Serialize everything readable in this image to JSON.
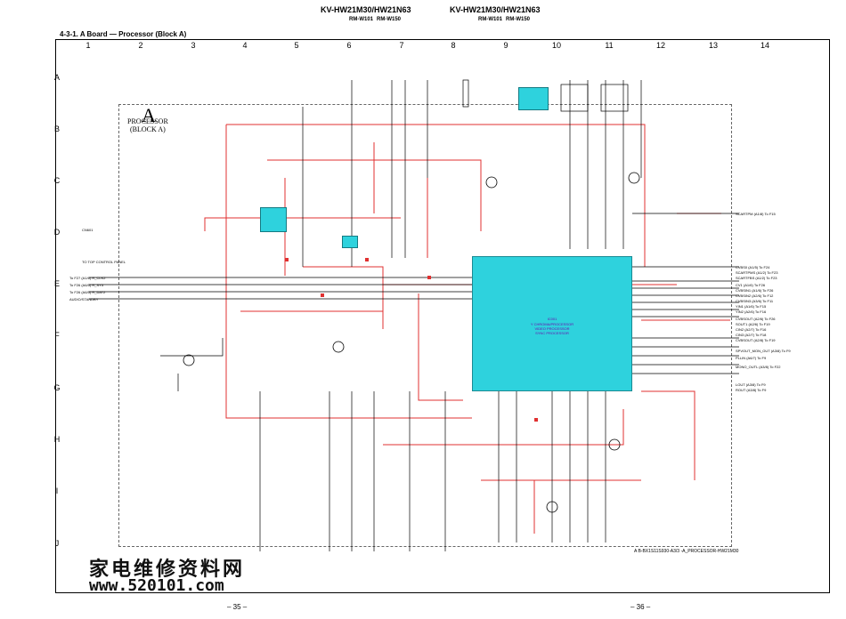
{
  "header": {
    "model_left": "KV-HW21M30/HW21N63",
    "model_right": "KV-HW21M30/HW21N63",
    "remote_left_1": "RM-W101",
    "remote_left_2": "RM-W150",
    "remote_right_1": "RM-W101",
    "remote_right_2": "RM-W150"
  },
  "section_title": "4-3-1. A Board — Processor (Block A)",
  "grid": {
    "columns": [
      "1",
      "2",
      "3",
      "4",
      "5",
      "6",
      "7",
      "8",
      "9",
      "10",
      "11",
      "12",
      "13",
      "14"
    ],
    "rows": [
      "A",
      "B",
      "C",
      "D",
      "E",
      "F",
      "G",
      "H",
      "I",
      "J"
    ]
  },
  "board": {
    "letter": "A",
    "name_line1": "PROCESSOR",
    "name_line2": "(BLOCK A)"
  },
  "ic_main": {
    "ref": "IC001",
    "desc_1": "Y CHROMA/PROCESSOR",
    "desc_2": "VIDEO PROCESSOR",
    "desc_3": "SYNC PROCESSOR"
  },
  "left_labels": {
    "top_control": "TO TOP CONTROL PANEL",
    "cn601": "CN601",
    "r_clk": "To F27 (A1/6)  R_CLK2",
    "r_sy": "To F26 (A6/5)  R_SY3",
    "r_dat": "To F26 (A6/5)  R_DAT2",
    "audio": "AUDIO/STANDBY"
  },
  "right_labels": {
    "scartpm": "SCARTPM (A1/8)  To F15",
    "cvbs0": "CVBS0 (A1/5) To F24",
    "scartpm2": "SCARTPMS (A1/2) To F23",
    "scartfb": "SCARTFBS (A1/2) To F23",
    "cv1": "CV1 (A1/6) To F26",
    "cvbs1": "CVBSIN1 (A1/6) To F26",
    "cvbs2": "CVBSIN2 (A2/6) To F12",
    "cvbs3": "CVBSIN3 (A3/6) To F11",
    "yin1": "YIN1 (A1/6) To F15",
    "yin2": "YIN2 (A2/6) To F16",
    "cvbs_out": "CVBSOUT (A2/6) To F26",
    "s_out": "SOUT1 (A2/6) To F19",
    "cin2": "CIN2 (A2/7) To F16",
    "cin3": "CIN3 (A2/7) To F18",
    "cvbsout2": "CVBSOUT (A2/8) To F19",
    "spv_out": "SPVOUT_MON_OUT (A3/8) To F9",
    "pll_in": "PLLIN (A6/7) To F9",
    "mono_out": "MONO_OUTL (A3/8) To F22",
    "lout": "LOUT (A3/8) To F9",
    "rout": "ROUT (A3/8) To F9"
  },
  "footer": {
    "board_ref": "A B-BX1S11S930-A3/3 -A_PROCESSOR-HW21M30",
    "page_left": "– 35 –",
    "page_right": "– 36 –"
  },
  "watermark": {
    "chinese": "家电维修资料网",
    "url": "www.520101.com"
  },
  "colors": {
    "ic_fill": "#2ed2dd",
    "trace_red": "#e03030",
    "ink": "#000000"
  }
}
